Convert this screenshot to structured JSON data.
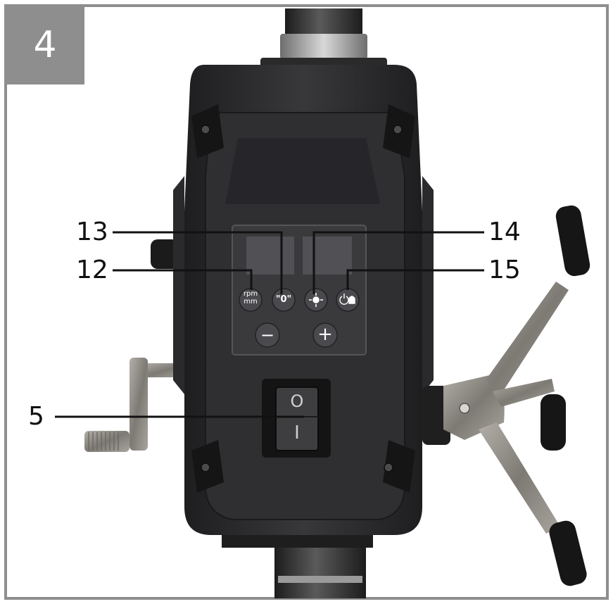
{
  "figure": {
    "number": "4"
  },
  "callouts": {
    "c13": "13",
    "c14": "14",
    "c12": "12",
    "c15": "15",
    "c5": "5"
  },
  "control_panel": {
    "rpm_button": {
      "line1": "rpm",
      "line2": "mm"
    },
    "zero_button": "\"0\"",
    "light_button_icon": "light-icon",
    "power_bell_button_icon": "power-bell-icon",
    "minus_button": "−",
    "plus_button": "+"
  },
  "switch": {
    "off_symbol": "O",
    "on_symbol": "I"
  },
  "colors": {
    "badge": "#8e8e8e",
    "housing": "#2b2b2d",
    "panel": "#3a3a3d",
    "button": "#4a4a4e",
    "handle_metal": "#8a8680"
  }
}
